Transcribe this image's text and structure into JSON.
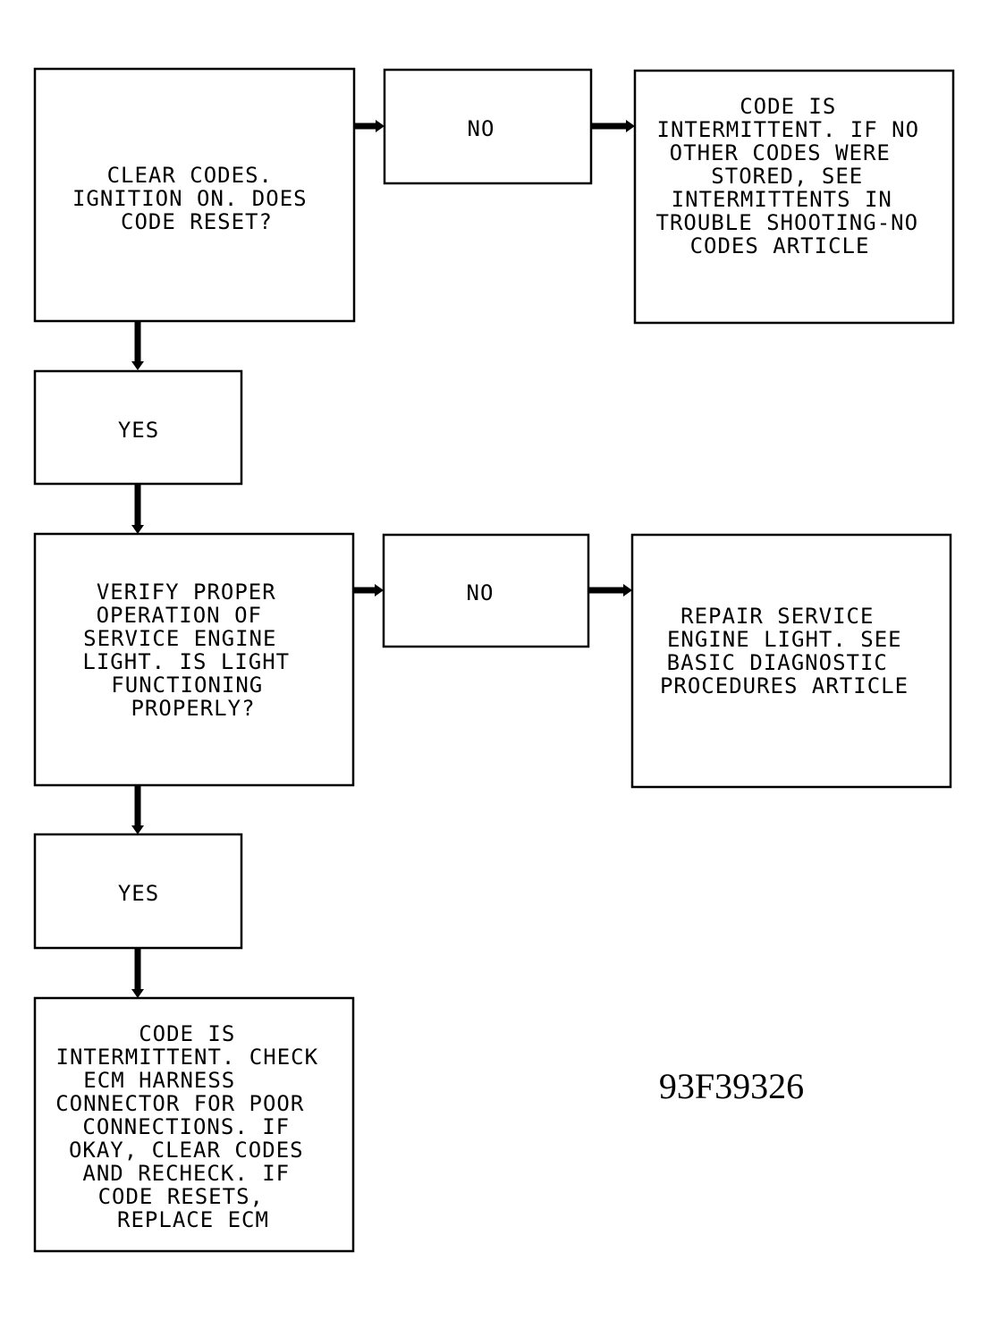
{
  "nodes": {
    "clear_codes": {
      "lines": [
        "CLEAR CODES.",
        "IGNITION ON. DOES",
        "CODE RESET?"
      ]
    },
    "no_1": {
      "lines": [
        "NO"
      ]
    },
    "intermittent_1": {
      "lines": [
        "CODE IS",
        "INTERMITTENT. IF NO",
        "OTHER CODES WERE",
        "STORED, SEE",
        "INTERMITTENTS IN",
        "TROUBLE SHOOTING-NO",
        "CODES ARTICLE"
      ]
    },
    "yes_1": {
      "lines": [
        "YES"
      ]
    },
    "verify_light": {
      "lines": [
        "VERIFY PROPER",
        "OPERATION OF",
        "SERVICE ENGINE",
        "LIGHT. IS LIGHT",
        "FUNCTIONING",
        "PROPERLY?"
      ]
    },
    "no_2": {
      "lines": [
        "NO"
      ]
    },
    "repair_light": {
      "lines": [
        "REPAIR SERVICE",
        "ENGINE LIGHT. SEE",
        "BASIC DIAGNOSTIC",
        "PROCEDURES ARTICLE"
      ]
    },
    "yes_2": {
      "lines": [
        "YES"
      ]
    },
    "intermittent_2": {
      "lines": [
        "CODE IS",
        "INTERMITTENT. CHECK",
        "ECM HARNESS",
        "CONNECTOR FOR POOR",
        "CONNECTIONS. IF",
        "OKAY, CLEAR CODES",
        "AND RECHECK. IF",
        "CODE RESETS,",
        "REPLACE ECM"
      ]
    }
  },
  "figure_id": "93F39326",
  "colors": {
    "stroke": "#000000",
    "background": "#ffffff"
  }
}
